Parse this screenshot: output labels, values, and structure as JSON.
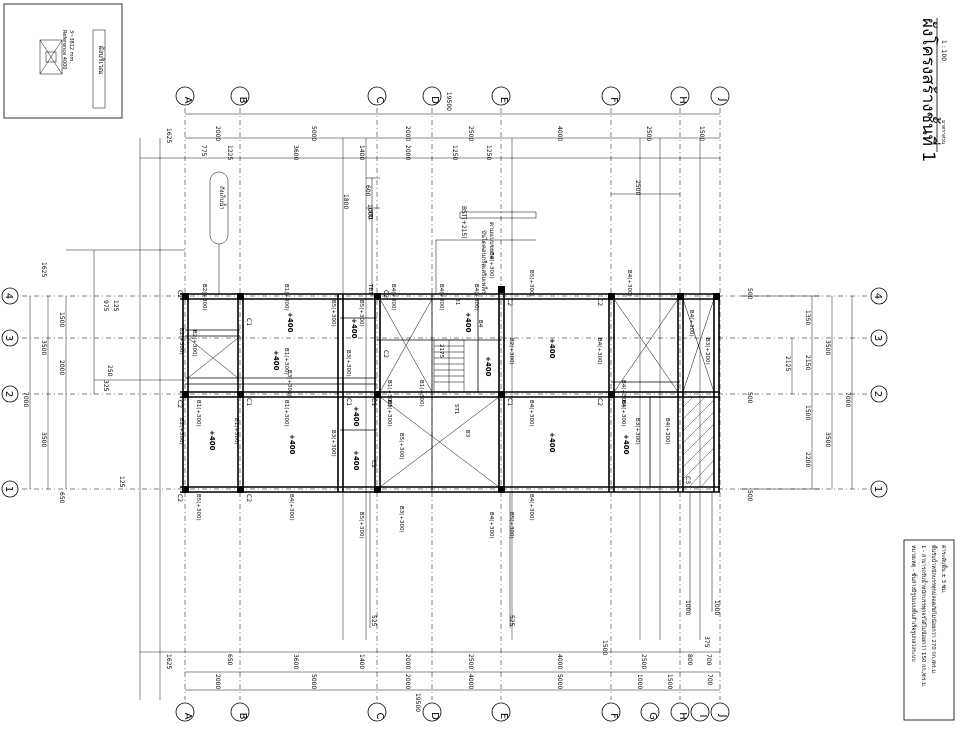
{
  "legend": {
    "scale_note": "1:100",
    "key_plan_text": "ผังบริเวณ",
    "key_plan_sub": "3~3812 mm.",
    "key_plan_sub2": "Reference 4000"
  },
  "title": {
    "main": "ผังโครงสร้างชั้นที่ 1",
    "sub": "มาตราส่วน",
    "scale": "1 : 100"
  },
  "notes": {
    "line1": "หมายเหตุ - ชั้นล่างมีรูปแบบพื้นสำเร็จรูปกลวงระบบ",
    "line2": "1 - สามารถรับน้ำหนักบรรทุกจรได้ไม่น้อยกว่า 150 กก./ตร.ม.",
    "line3": "พื้นรับน้ำหนักบรรทุกปลอดภัยไม่น้อยกว่า 270 กก./ตร.ม.",
    "line4": "ค่าระดับพื้น ± 3 ซม."
  },
  "grid": {
    "cols": [
      "A",
      "B",
      "C",
      "D",
      "E",
      "F",
      "G",
      "H",
      "I",
      "J"
    ],
    "rows": [
      "1",
      "2",
      "3",
      "4"
    ]
  },
  "dims": {
    "top_total": "19500",
    "bottom_total": "19500",
    "top_chain": [
      "2000",
      "5000",
      "2000",
      "2500",
      "4000",
      "2500",
      "1500"
    ],
    "top_chain2": [
      "775",
      "1225",
      "3600",
      "1400",
      "2000",
      "1250",
      "1250"
    ],
    "bottom_chain": [
      "2000",
      "5000",
      "2000",
      "4000",
      "5000",
      "1000",
      "1500",
      "700"
    ],
    "bottom_chain2": [
      "1625",
      "650",
      "3600",
      "1400",
      "2000",
      "2500",
      "4000",
      "1500",
      "2500",
      "800",
      "700"
    ],
    "left_total": "7000",
    "left_chain": [
      "3500",
      "3500"
    ],
    "left_chain2": [
      "650",
      "1500",
      "2000",
      "1500",
      "1625"
    ],
    "right_total": "7000",
    "right_chain": [
      "3500",
      "3500"
    ],
    "right_chain2": [
      "2200",
      "1500",
      "2150",
      "1350"
    ],
    "misc": [
      "500",
      "325",
      "975",
      "2125",
      "500",
      "2500",
      "1000",
      "1000",
      "525",
      "525",
      "375",
      "250",
      "125",
      "1800",
      "600",
      "1000"
    ]
  },
  "labels": {
    "columns": [
      "C2",
      "C2",
      "C1",
      "C1",
      "C1",
      "C2",
      "C2",
      "C1",
      "C1",
      "C2",
      "C2",
      "C2",
      "C3",
      "C2",
      "C2",
      "C2"
    ],
    "beams_h": [
      "B2(+300)",
      "B2(+300)",
      "B1(+300)",
      "B1(+300)",
      "B3(+300)",
      "B4(+300)",
      "B4(+300)",
      "B4(+300)",
      "B5(+300)",
      "B4(+300)",
      "B4(+300)",
      "B1(+300)",
      "B1(+300)",
      "B3(+300)",
      "B4(+300)",
      "B4(+300)",
      "B5(+300)",
      "B4(+300)",
      "B3(+300)",
      "B4(+300)",
      "B5(+300)",
      "B4(+300)"
    ],
    "beams_v": [
      "B2(+300)",
      "B2(+300)",
      "B1(+300)",
      "B3(+300)",
      "B5(+300)",
      "B5(+300)",
      "B3(+300)",
      "B2(+300)",
      "B4(+300)",
      "B3(+300)",
      "B4(+300)",
      "B3(+300)",
      "B4(+300)",
      "B5(+300)",
      "B4(+300)",
      "B5(+300)"
    ],
    "levels": [
      "+400",
      "+400",
      "+400",
      "+400",
      "+400",
      "+400",
      "+400",
      "+400",
      "+400",
      "+400",
      "+400",
      "+400"
    ],
    "stair_note": "BST(+215)",
    "stair_text": "บันไดคอนกรีตเสริมเหล็ก",
    "stair_text2": "ตามแบบขยาย",
    "tank_note": "ถังเก็บน้ำ",
    "misc_labels": [
      "ST1",
      "TB1",
      "ST1",
      "B3",
      "B1",
      "2175",
      "B4",
      "B1(+300)",
      "B1(+300)"
    ]
  }
}
